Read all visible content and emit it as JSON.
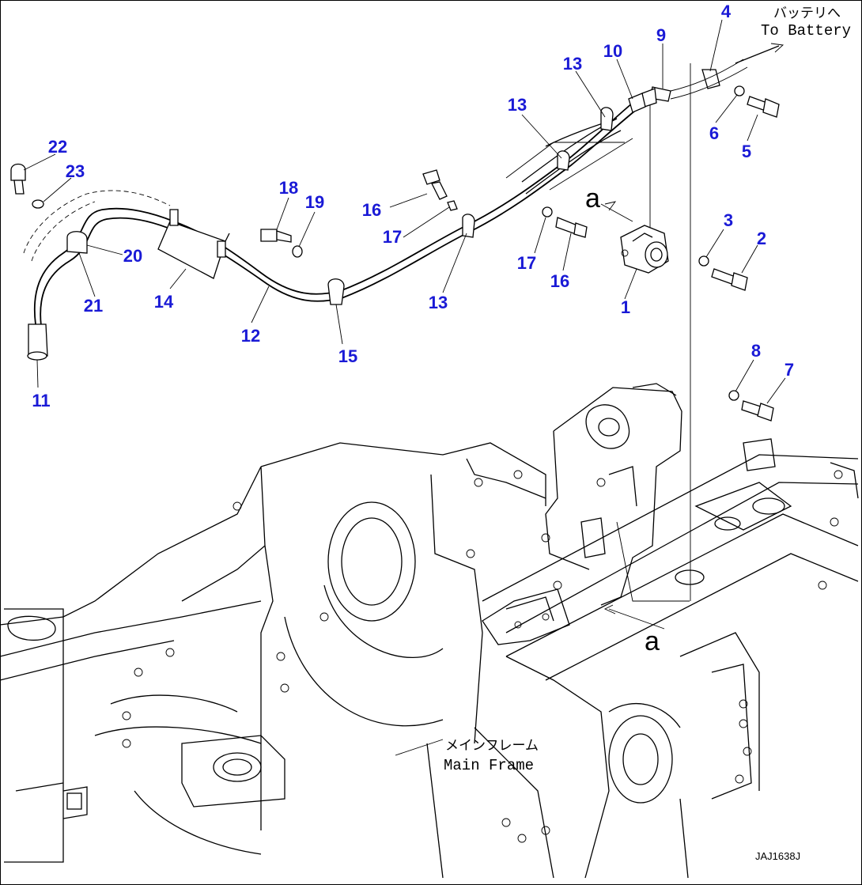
{
  "callouts": {
    "c1": "1",
    "c2": "2",
    "c3": "3",
    "c4": "4",
    "c5": "5",
    "c6": "6",
    "c7": "7",
    "c8": "8",
    "c9": "9",
    "c10": "10",
    "c11": "11",
    "c12": "12",
    "c13a": "13",
    "c13b": "13",
    "c13c": "13",
    "c14": "14",
    "c15": "15",
    "c16a": "16",
    "c16b": "16",
    "c17a": "17",
    "c17b": "17",
    "c18": "18",
    "c19": "19",
    "c20": "20",
    "c21": "21",
    "c22": "22",
    "c23": "23"
  },
  "notes": {
    "battery_jp": "バッテリへ",
    "battery_en": "To Battery",
    "frame_jp": "メインフレーム",
    "frame_en": "Main Frame",
    "view_a_top": "a",
    "view_a_bottom": "a",
    "drawing_ref": "JAJ1638J"
  },
  "colors": {
    "callout": "#1a1ad6",
    "line": "#000000",
    "background": "#ffffff"
  }
}
